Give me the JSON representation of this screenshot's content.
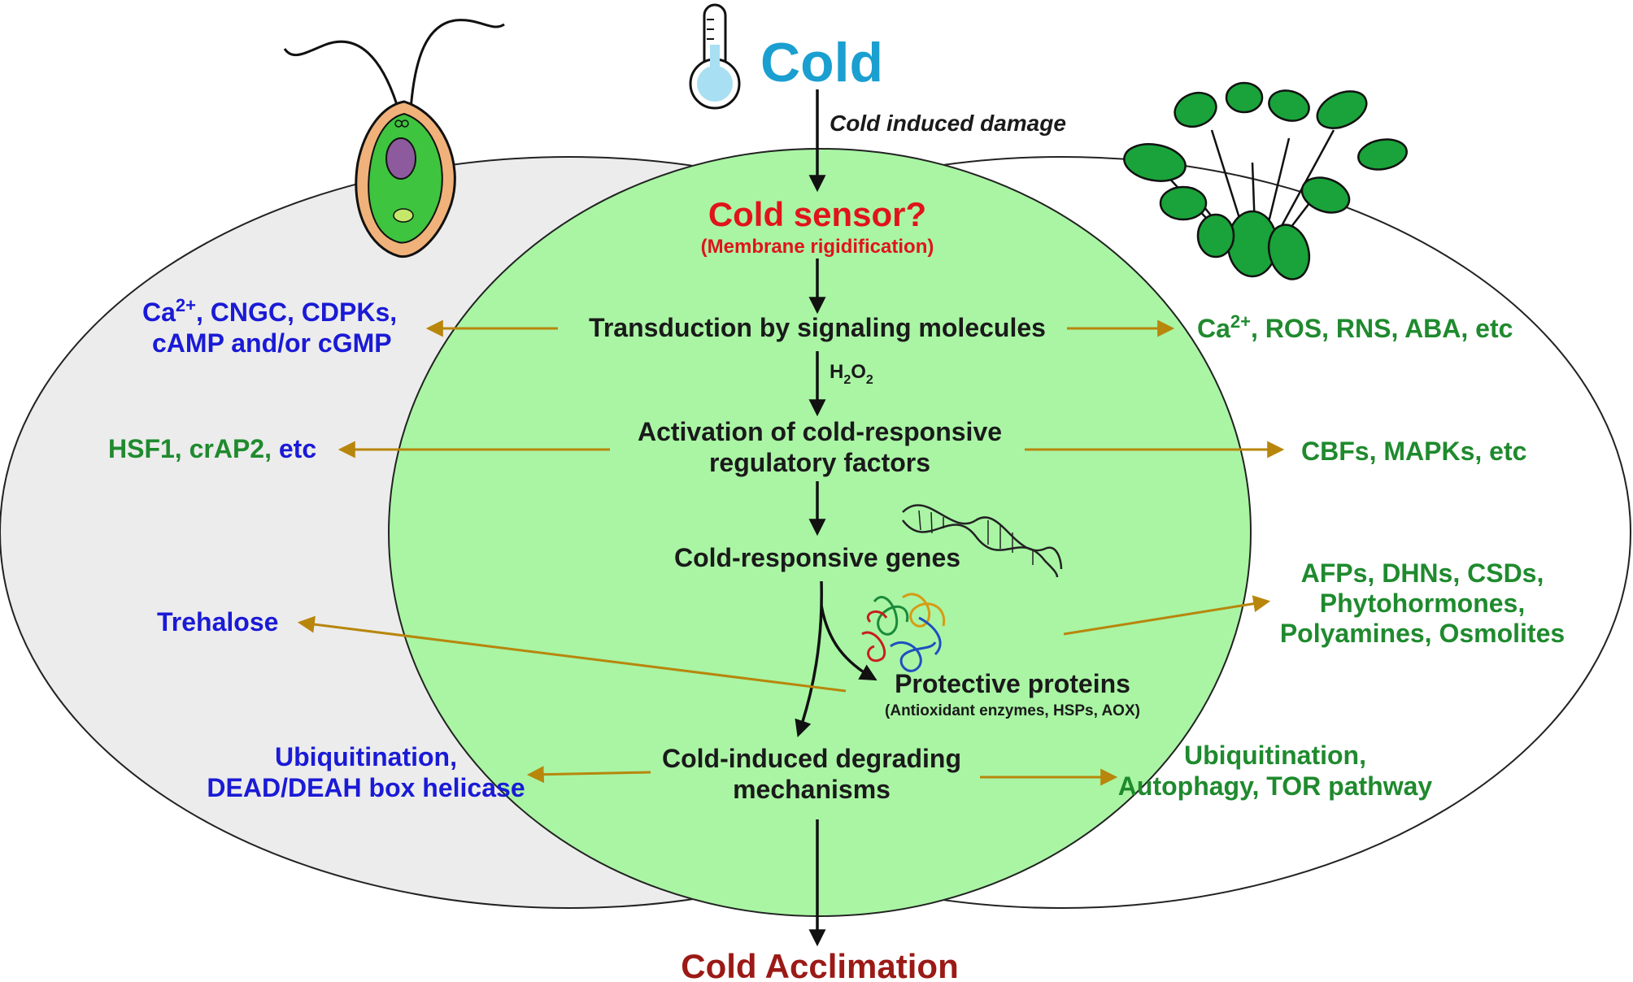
{
  "diagram": {
    "title": "Cold",
    "cold_damage": "Cold induced damage",
    "sensor": "Cold sensor?",
    "sensor_sub": "(Membrane rigidification)",
    "transduction": "Transduction by signaling molecules",
    "h2o2": {
      "h": "H",
      "sub1": "2",
      "o": "O",
      "sub2": "2"
    },
    "activation_line1": "Activation of cold-responsive",
    "activation_line2": "regulatory factors",
    "genes": "Cold-responsive genes",
    "protective": "Protective proteins",
    "protective_sub": "(Antioxidant enzymes, HSPs, AOX)",
    "degrading_line1": "Cold-induced degrading",
    "degrading_line2": "mechanisms",
    "acclimation": "Cold Acclimation",
    "left": {
      "signaling_line1_ca": "Ca",
      "signaling_line1_sup": "2+",
      "signaling_line1_rest": ", CNGC, CDPKs,",
      "signaling_line2": "cAMP and/or cGMP",
      "factors_green": "HSF1, crAP2,",
      "factors_blue": "etc",
      "trehalose": "Trehalose",
      "degrading_line1": "Ubiquitination,",
      "degrading_line2": "DEAD/DEAH box helicase"
    },
    "right": {
      "signaling_ca": "Ca",
      "signaling_sup": "2+",
      "signaling_rest": ", ROS, RNS, ABA, etc",
      "factors": "CBFs, MAPKs, etc",
      "protect_line1": "AFPs, DHNs, CSDs,",
      "protect_line2": "Phytohormones,",
      "protect_line3": "Polyamines, Osmolites",
      "degrading_line1": "Ubiquitination,",
      "degrading_line2": "Autophagy, TOR pathway"
    }
  },
  "colors": {
    "left_ellipse": "#ececec",
    "right_ellipse": "#ffffff",
    "center_ellipse": "#a9f5a4",
    "side_arrow": "#b8860b",
    "main_arrow": "#111111",
    "title": "#1a9fd0",
    "sensor": "#e0141a",
    "acclimation": "#9b1a16",
    "algae_text": "#1a1ad6",
    "plant_text": "#1f8a2e"
  },
  "icons": [
    "thermometer-icon",
    "chlamydomonas-icon",
    "arabidopsis-icon",
    "dna-icon",
    "protein-icon"
  ]
}
